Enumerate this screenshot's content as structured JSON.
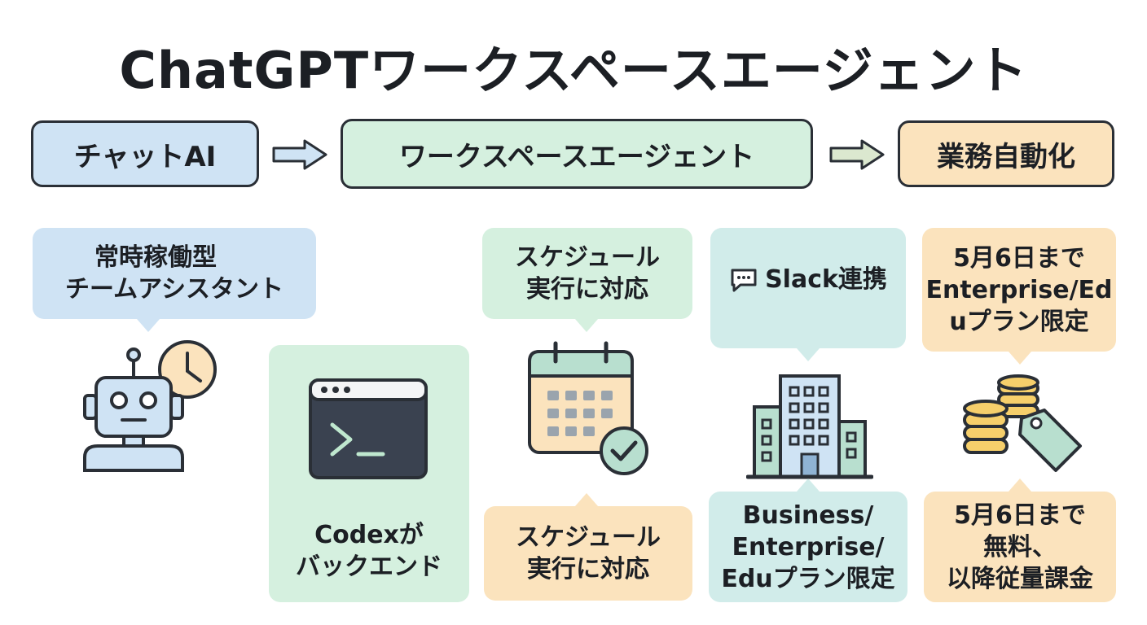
{
  "title": "ChatGPTワークスペースエージェント",
  "flow": {
    "step1": "チャットAI",
    "step2": "ワークスペースエージェント",
    "step3": "業務自動化"
  },
  "cards": {
    "assistant": {
      "line1": "常時稼働型",
      "line2": "チームアシスタント",
      "icon": "robot-clock-icon"
    },
    "codex": {
      "line1": "Codexが",
      "line2": "バックエンド",
      "icon": "terminal-icon"
    },
    "schedule_top": {
      "line1": "スケジュール",
      "line2": "実行に対応",
      "icon": "calendar-check-icon"
    },
    "schedule_bottom": {
      "line1": "スケジュール",
      "line2": "実行に対応"
    },
    "slack": {
      "label": "Slack連携",
      "icon": "chat-bubble-icon"
    },
    "business": {
      "line1": "Business/",
      "line2": "Enterprise/",
      "line3": "Eduプラン限定",
      "icon": "office-building-icon"
    },
    "plan_limit": {
      "line1": "5月6日まで",
      "line2": "Enterprise/Ed",
      "line3": "uプラン限定",
      "icon": "coins-price-tag-icon"
    },
    "pricing": {
      "line1": "5月6日まで",
      "line2": "無料、",
      "line3": "以降従量課金"
    }
  },
  "colors": {
    "blue": "#cfe3f4",
    "green": "#d5f0df",
    "mint": "#d1ecea",
    "orange": "#fbe3bd",
    "outline": "#2a2f36"
  }
}
